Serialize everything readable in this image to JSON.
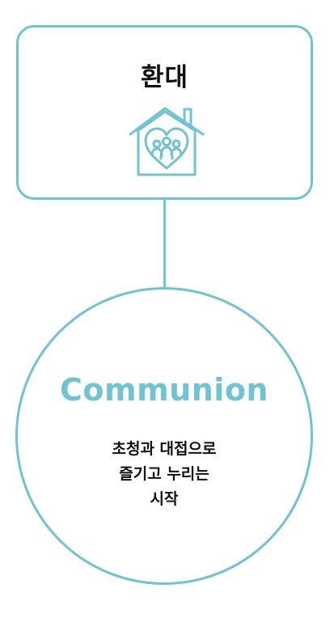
{
  "colors": {
    "accent": "#70c3d2",
    "text": "#111111",
    "background": "#ffffff"
  },
  "top_box": {
    "title": "환대",
    "icon": "house-with-heart-family-icon"
  },
  "circle": {
    "title": "Communion",
    "lines": [
      "초청과 대접으로",
      "즐기고 누리는",
      "시작"
    ]
  }
}
